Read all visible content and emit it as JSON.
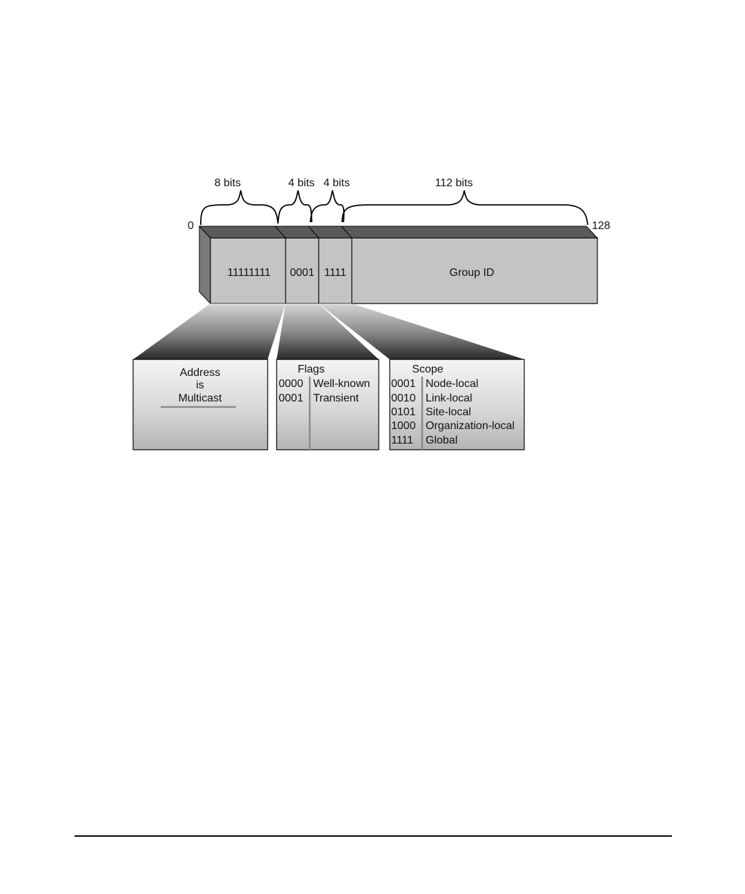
{
  "width_labels": {
    "prefix": "8 bits",
    "flags": "4 bits",
    "scope": "4 bits",
    "group": "112 bits"
  },
  "bit_start": "0",
  "bit_end": "128",
  "fields": {
    "prefix": "11111111",
    "flags": "0001",
    "scope": "1111",
    "group": "Group ID"
  },
  "address_panel": {
    "lines": [
      "Address",
      "is",
      "Multicast"
    ]
  },
  "flags_panel": {
    "title": "Flags",
    "rows": [
      {
        "code": "0000",
        "label": "Well-known"
      },
      {
        "code": "0001",
        "label": "Transient"
      }
    ]
  },
  "scope_panel": {
    "title": "Scope",
    "rows": [
      {
        "code": "0001",
        "label": "Node-local"
      },
      {
        "code": "0010",
        "label": "Link-local"
      },
      {
        "code": "0101",
        "label": "Site-local"
      },
      {
        "code": "1000",
        "label": "Organization-local"
      },
      {
        "code": "1111",
        "label": "Global"
      }
    ]
  },
  "colors": {
    "bar_front": "#c4c4c4",
    "bar_top": "#5a5a5a",
    "bar_side": "#7a7a7a",
    "outline": "#000000",
    "panel_divider": "#8a8a8a"
  }
}
